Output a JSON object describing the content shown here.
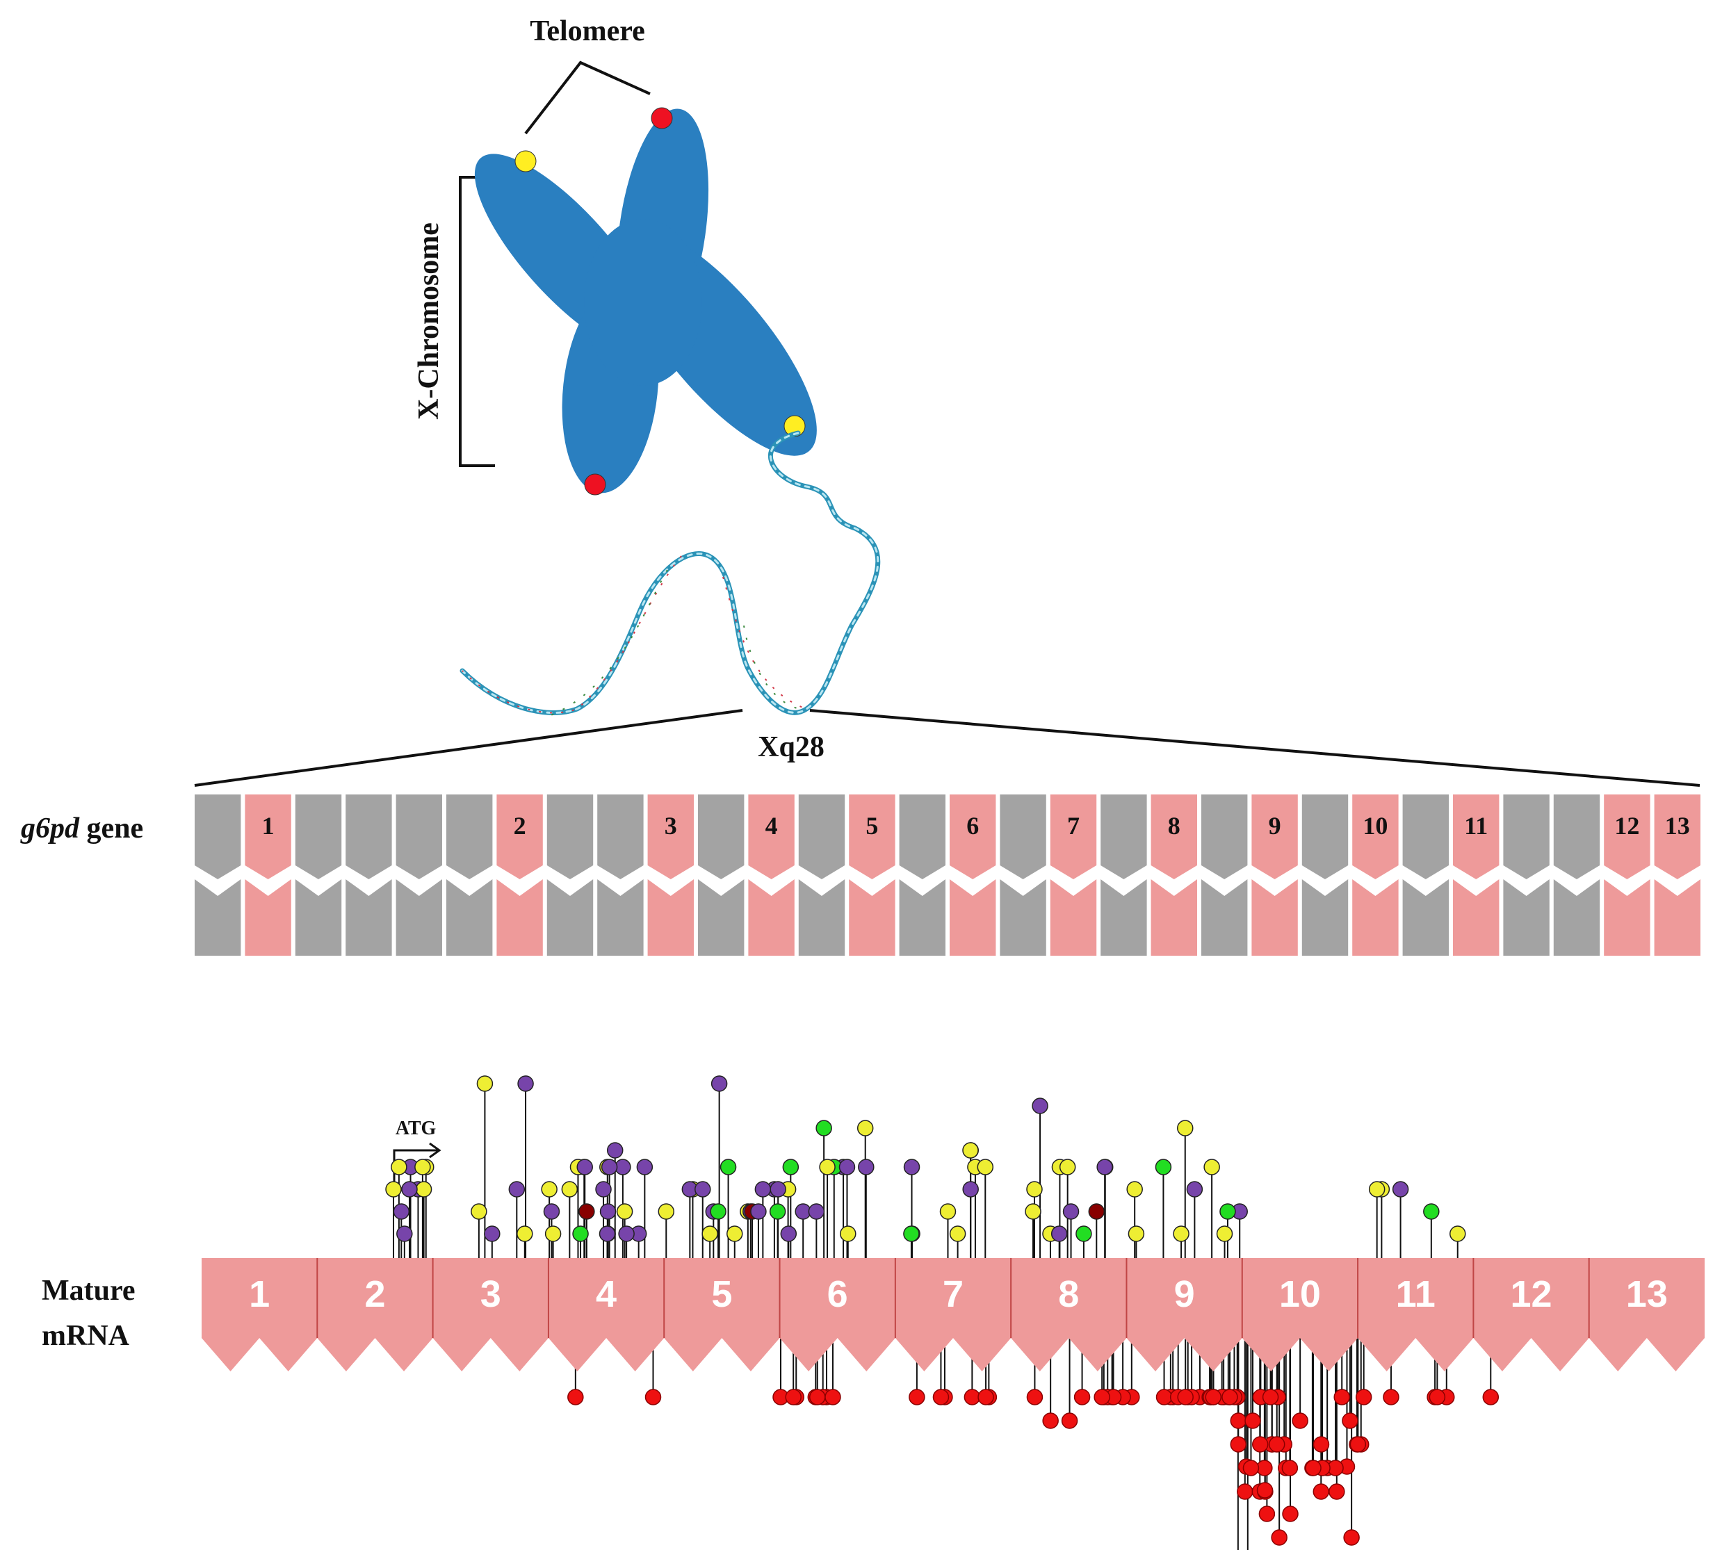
{
  "labels": {
    "telomere": "Telomere",
    "x_chromosome": "X-Chromosome",
    "locus": "Xq28",
    "gene_name": "g6pd",
    "gene_suffix": " gene",
    "mature_line1": "Mature",
    "mature_line2": "mRNA",
    "start_codon": "ATG"
  },
  "colors": {
    "chromosome": "#2a7fc0",
    "intron": "#a3a3a3",
    "exon": "#ee9a9a",
    "exon_divider": "#c04545",
    "telomere_yellow": "#ffee22",
    "telomere_red": "#ee1122",
    "marker_yellow": "#eeee33",
    "marker_green": "#22dd22",
    "marker_purple": "#7744aa",
    "marker_darkred": "#880000",
    "marker_red": "#ee1111"
  },
  "gene": {
    "exon_numbers": [
      "1",
      "2",
      "3",
      "4",
      "5",
      "6",
      "7",
      "8",
      "9",
      "10",
      "11",
      "12",
      "13"
    ]
  },
  "mrna": {
    "exon_numbers": [
      "1",
      "2",
      "3",
      "4",
      "5",
      "6",
      "7",
      "8",
      "9",
      "10",
      "11",
      "12",
      "13"
    ]
  },
  "mutations": {
    "above_yellow": 46,
    "above_green": 12,
    "above_purple": 43,
    "above_darkred": 4,
    "below_red": 95
  }
}
